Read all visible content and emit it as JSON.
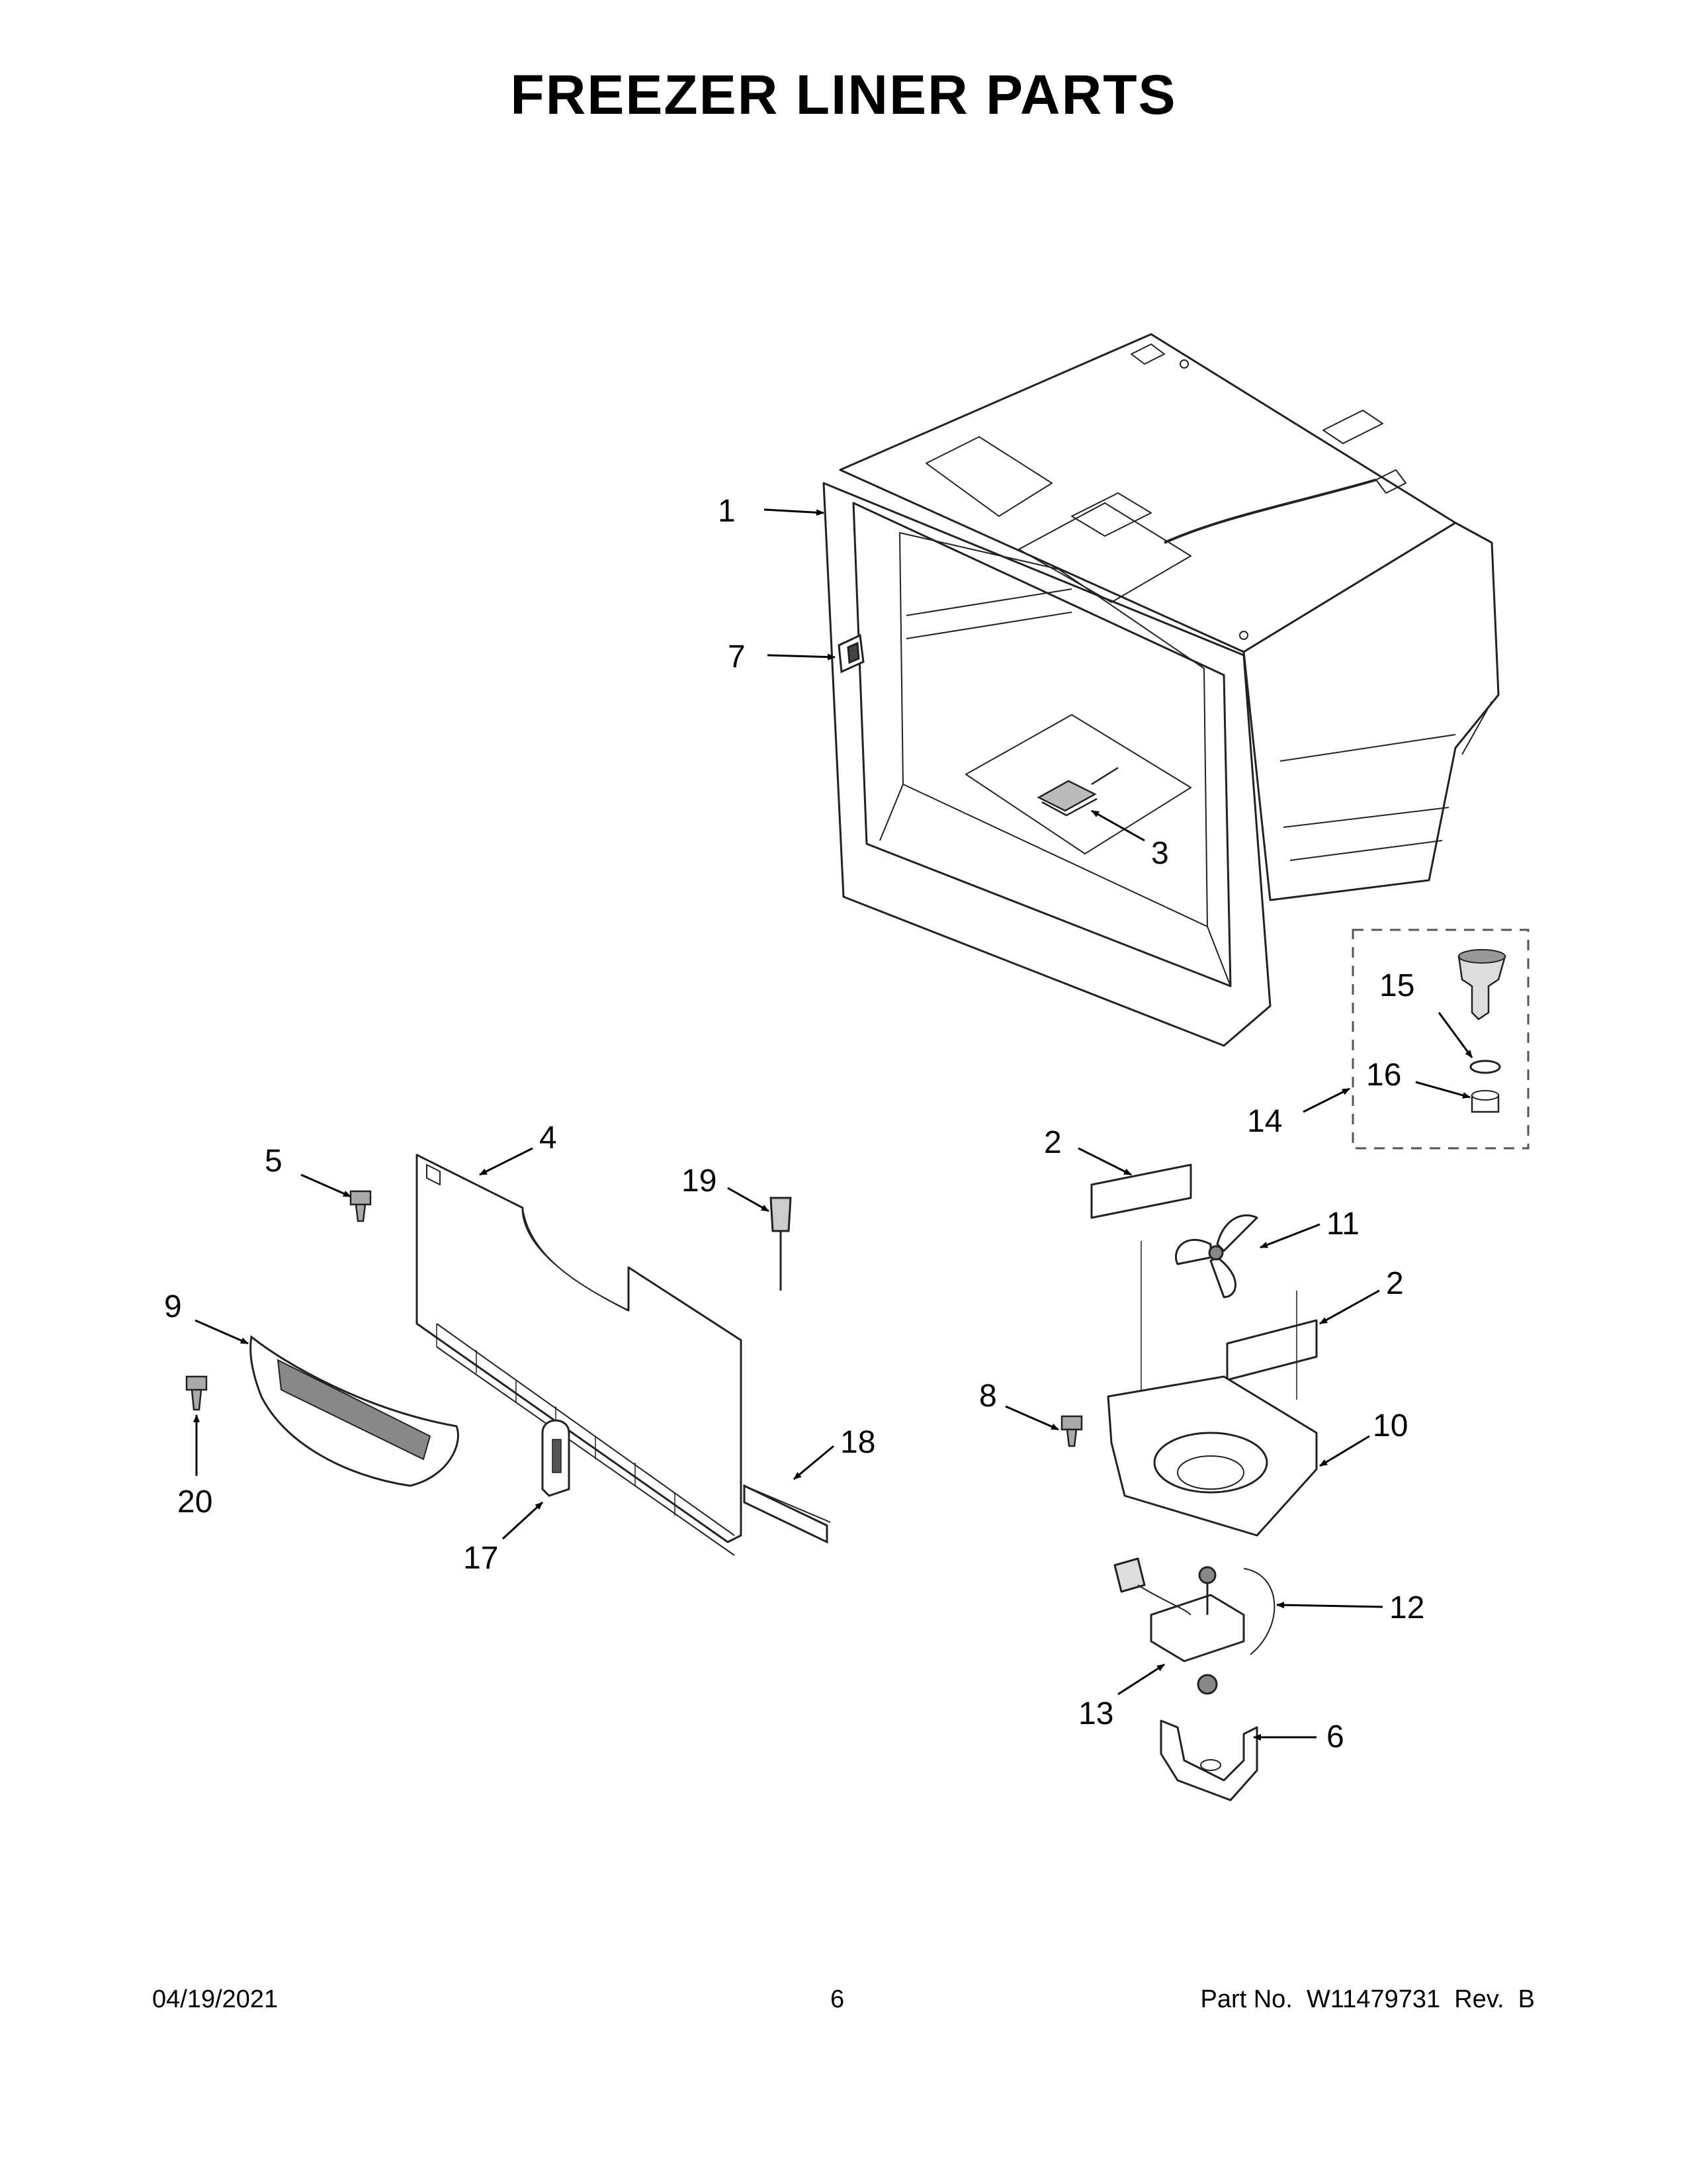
{
  "title": "FREEZER LINER PARTS",
  "footer": {
    "date": "04/19/2021",
    "page": "6",
    "part": "Part No.  W11479731  Rev.  B"
  },
  "callouts": [
    {
      "id": "c1",
      "label": "1"
    },
    {
      "id": "c7",
      "label": "7"
    },
    {
      "id": "c3",
      "label": "3"
    },
    {
      "id": "c15",
      "label": "15"
    },
    {
      "id": "c16",
      "label": "16"
    },
    {
      "id": "c14",
      "label": "14"
    },
    {
      "id": "c5",
      "label": "5"
    },
    {
      "id": "c4",
      "label": "4"
    },
    {
      "id": "c19",
      "label": "19"
    },
    {
      "id": "c9",
      "label": "9"
    },
    {
      "id": "c20",
      "label": "20"
    },
    {
      "id": "c17",
      "label": "17"
    },
    {
      "id": "c18",
      "label": "18"
    },
    {
      "id": "c2a",
      "label": "2"
    },
    {
      "id": "c11",
      "label": "11"
    },
    {
      "id": "c2b",
      "label": "2"
    },
    {
      "id": "c8",
      "label": "8"
    },
    {
      "id": "c10",
      "label": "10"
    },
    {
      "id": "c12",
      "label": "12"
    },
    {
      "id": "c13",
      "label": "13"
    },
    {
      "id": "c6",
      "label": "6"
    }
  ]
}
